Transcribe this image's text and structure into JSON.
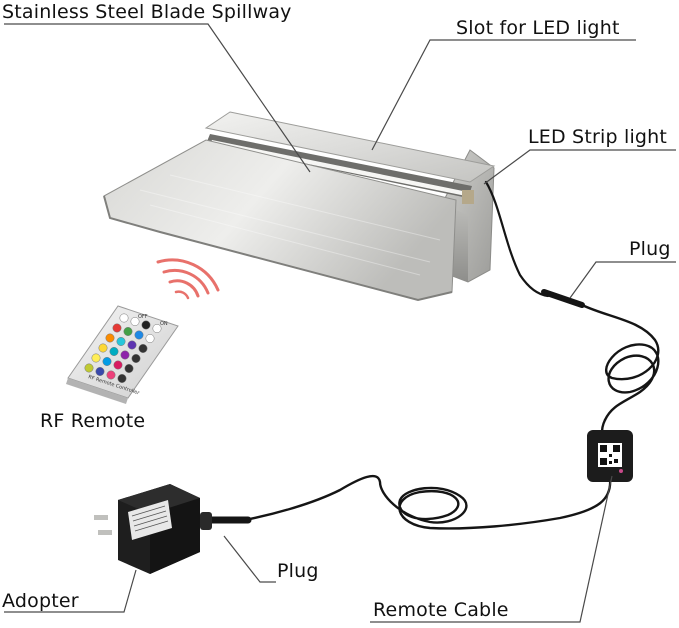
{
  "labels": {
    "spillway": "Stainless Steel Blade Spillway",
    "slot": "Slot for LED light",
    "led_strip": "LED Strip light",
    "plug_top": "Plug",
    "rf_remote": "RF Remote",
    "plug_bottom": "Plug",
    "adopter": "Adopter",
    "remote_cable": "Remote Cable"
  },
  "remote": {
    "button_labels": [
      "OFF",
      "ON"
    ],
    "caption": "RF Remote Controller"
  },
  "colors": {
    "steel_light": "#e6e6e4",
    "steel_dark": "#a9a9a6",
    "cable": "#151515",
    "signal_waves": "#e8716b",
    "pointer_lines": "#4a4a4a"
  },
  "icons": [
    "wireless-signal-icon",
    "qr-code-icon"
  ]
}
